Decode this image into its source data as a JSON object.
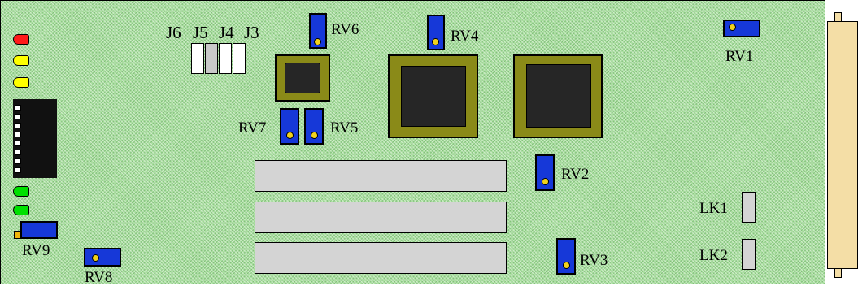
{
  "board": {
    "labels": {
      "rv1": "RV1",
      "rv2": "RV2",
      "rv3": "RV3",
      "rv4": "RV4",
      "rv5": "RV5",
      "rv6": "RV6",
      "rv7": "RV7",
      "rv8": "RV8",
      "rv9": "RV9",
      "lk1": "LK1",
      "lk2": "LK2",
      "j6": "J6",
      "j5": "J5",
      "j4": "J4",
      "j3": "J3"
    },
    "colors": {
      "board": "#a9df9f",
      "potentiometer": "#1638d8",
      "wiper": "#f2d21c",
      "led_red": "#ff1a1a",
      "led_yellow": "#ffff00",
      "led_green": "#00e000",
      "transformer": "#8a8a18",
      "connector": "#f4dea6",
      "slot": "#d4d4d4"
    }
  }
}
